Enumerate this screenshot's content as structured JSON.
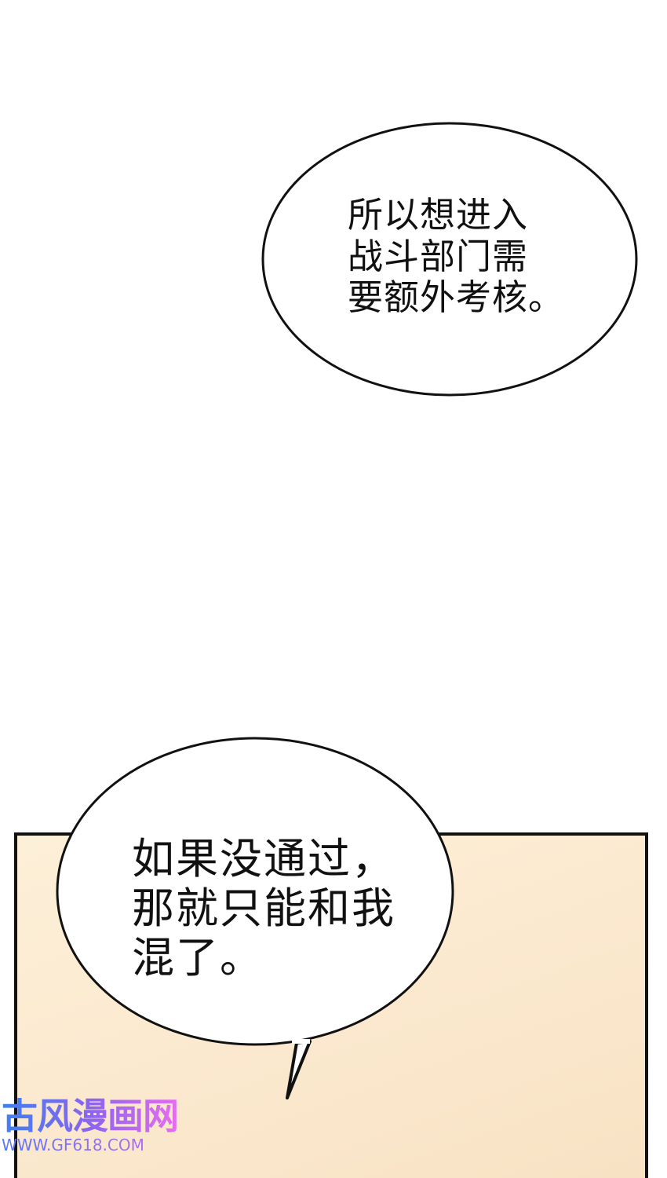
{
  "bubbles": [
    {
      "text": "所以想进入\n战斗部门需\n要额外考核。"
    },
    {
      "text": "如果没通过，\n那就只能和我\n混了。"
    }
  ],
  "colors": {
    "panel_bg": "#fbe9cf",
    "outline": "#111111",
    "bubble_fill": "#ffffff"
  },
  "watermark": {
    "title": "古风漫画网",
    "url": "WWW.GF618.COM"
  }
}
